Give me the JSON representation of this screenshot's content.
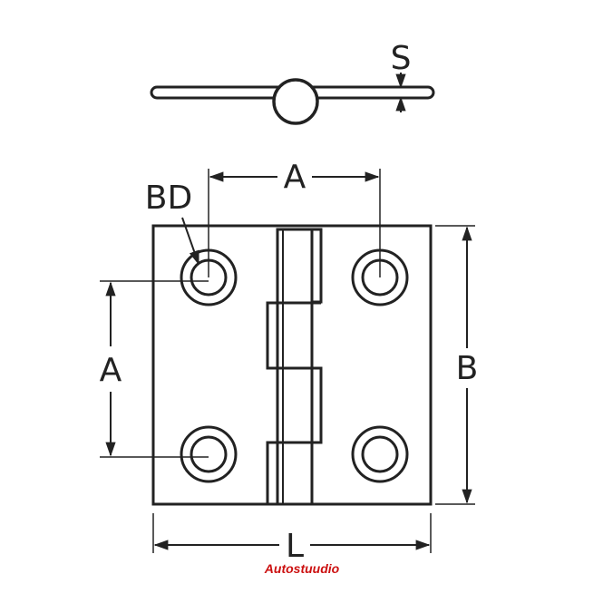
{
  "labels": {
    "s": "S",
    "a_top": "A",
    "bd": "BD",
    "a_left": "A",
    "b": "B",
    "l": "L"
  },
  "watermark": {
    "text": "Autostuudio",
    "color": "#cc1111"
  },
  "colors": {
    "line": "#222222",
    "background": "#ffffff"
  }
}
